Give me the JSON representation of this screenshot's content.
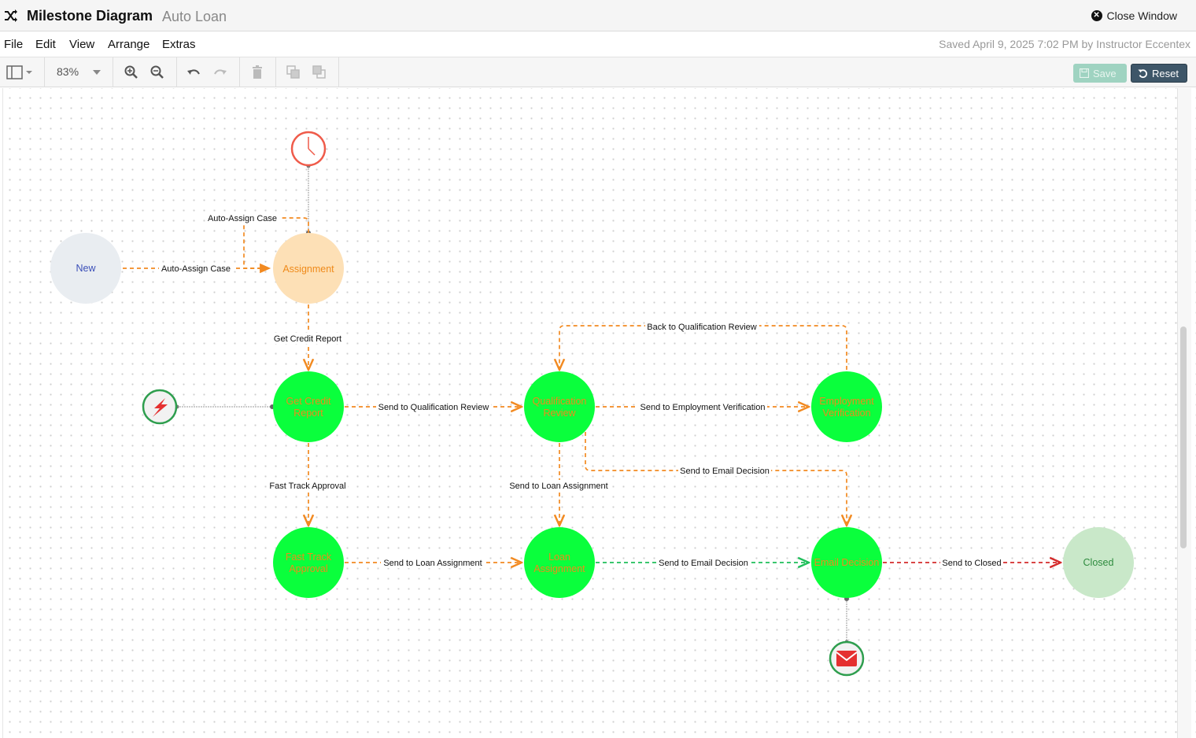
{
  "window": {
    "title": "Milestone Diagram",
    "subtitle": "Auto Loan",
    "close_label": "Close Window"
  },
  "menu": [
    "File",
    "Edit",
    "View",
    "Arrange",
    "Extras"
  ],
  "status": {
    "saved": "Saved April 9, 2025 7:02 PM by Instructor Eccentex"
  },
  "toolbar": {
    "zoom": "83%",
    "save_label": "Save",
    "reset_label": "Reset"
  },
  "nodes": {
    "new": "New",
    "assignment": "Assignment",
    "get_credit_1": "Get Credit",
    "get_credit_2": "Report",
    "qual_1": "Qualification",
    "qual_2": "Review",
    "emp_1": "Employment",
    "emp_2": "Verification",
    "fast_1": "Fast Track",
    "fast_2": "Approval",
    "loan_1": "Loan",
    "loan_2": "Assignment",
    "email_decision": "Email Decision",
    "closed": "Closed"
  },
  "edges": {
    "auto_assign_top": "Auto-Assign Case",
    "auto_assign_left": "Auto-Assign Case",
    "get_credit": "Get Credit Report",
    "send_qual": "Send to Qualification Review",
    "back_qual": "Back to Qualification Review",
    "send_emp": "Send to Employment Verification",
    "fast_track": "Fast Track Approval",
    "send_loan_down": "Send to Loan Assignment",
    "send_email_upper": "Send to Email Decision",
    "send_loan_right": "Send to Loan Assignment",
    "send_email_lower": "Send to Email Decision",
    "send_closed": "Send to Closed"
  },
  "colors": {
    "milestone_green": "#0aff3c",
    "milestone_label": "#ef8a1a",
    "orange_edge": "#f28a21",
    "green_edge": "#1fbf5a",
    "red_edge": "#d42b2b",
    "assignment_fill": "#fde0b6",
    "new_fill": "#e9edf1",
    "closed_fill": "#c9e8c9"
  },
  "icons": {
    "timer": "clock-icon",
    "event": "lightning-icon",
    "email": "envelope-icon"
  }
}
